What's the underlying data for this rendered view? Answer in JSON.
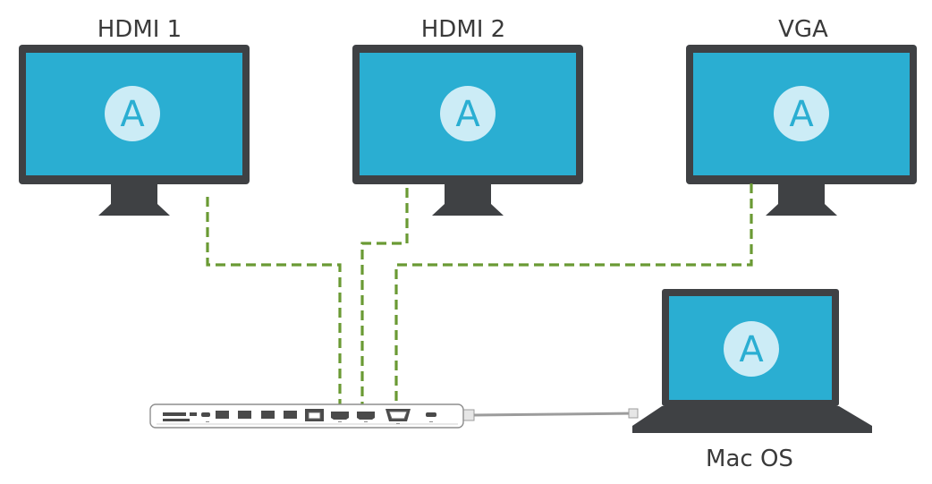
{
  "displays": [
    {
      "id": "hdmi1",
      "label": "HDMI 1",
      "screen_letter": "A"
    },
    {
      "id": "hdmi2",
      "label": "HDMI 2",
      "screen_letter": "A"
    },
    {
      "id": "vga",
      "label": "VGA",
      "screen_letter": "A"
    }
  ],
  "laptop": {
    "label": "Mac OS",
    "screen_letter": "A"
  },
  "colors": {
    "screen": "#2aaed2",
    "frame": "#3f4144",
    "cable": "#6a9a34",
    "screen_circle": "#ccecf6"
  },
  "icons": {
    "monitor": "monitor-icon",
    "laptop": "laptop-icon",
    "dock": "docking-station-icon"
  }
}
